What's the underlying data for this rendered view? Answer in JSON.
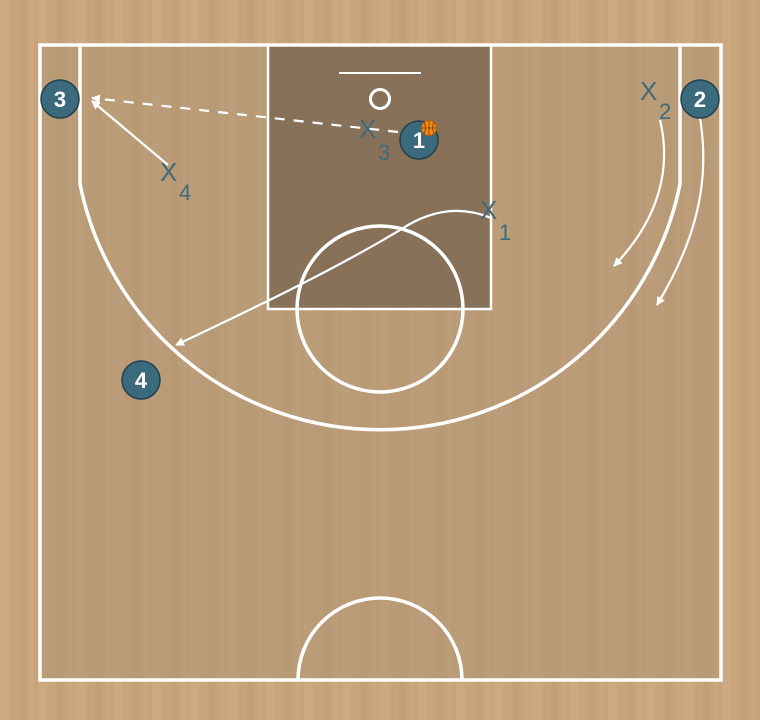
{
  "diagram": {
    "colors": {
      "floor": "#c8a47c",
      "inside": "#ad9373",
      "paint": "#7e6a54",
      "lines": "#ffffff",
      "player_fill": "#3a6a7c",
      "defender": "#3f6a7c",
      "ball": "#f08a1c"
    },
    "players": [
      {
        "label": "1",
        "has_ball": true
      },
      {
        "label": "2"
      },
      {
        "label": "3"
      },
      {
        "label": "4"
      }
    ],
    "defenders": [
      {
        "letter": "X",
        "sub": "1"
      },
      {
        "letter": "X",
        "sub": "2"
      },
      {
        "letter": "X",
        "sub": "3"
      },
      {
        "letter": "X",
        "sub": "4"
      }
    ],
    "actions": [
      {
        "type": "pass",
        "from": "1",
        "to": "3"
      },
      {
        "type": "cut",
        "player": "2"
      },
      {
        "type": "defender-move",
        "defender": "X1"
      },
      {
        "type": "defender-move",
        "defender": "X2"
      },
      {
        "type": "defender-move",
        "defender": "X4"
      }
    ]
  }
}
